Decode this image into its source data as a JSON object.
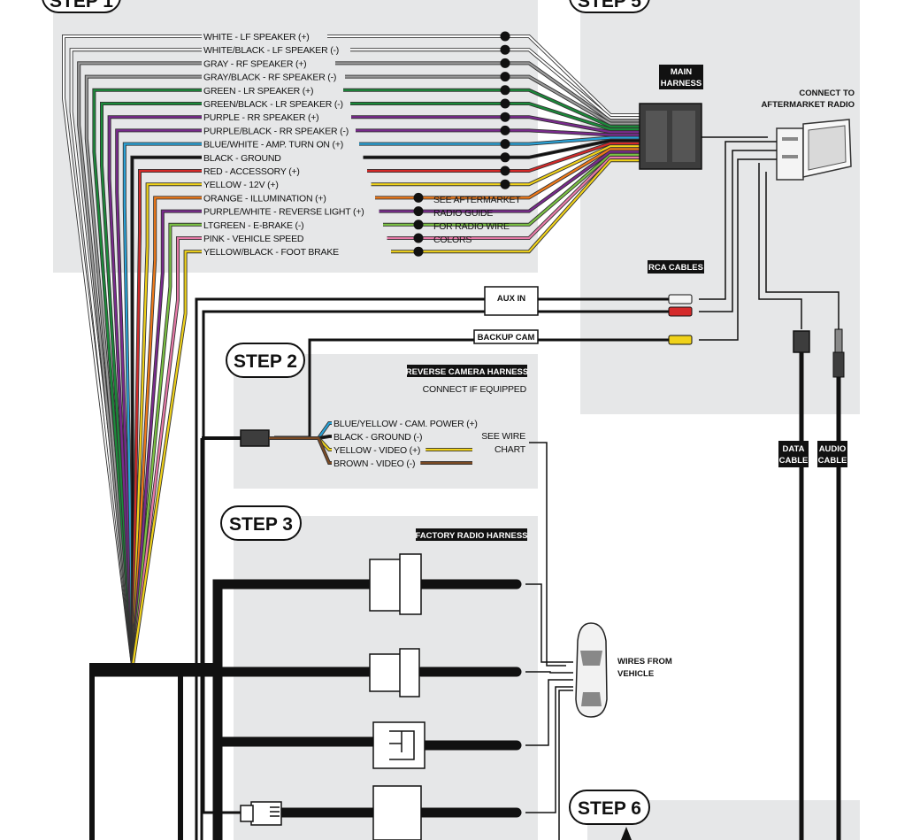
{
  "steps": {
    "step1": "STEP 1",
    "step2": "STEP 2",
    "step3": "STEP 3",
    "step5": "STEP 5",
    "step6": "STEP 6"
  },
  "main_harness": {
    "title": "MAIN HARNESS",
    "wires": [
      {
        "label": "WHITE - LF SPEAKER (+)",
        "color": "#ffffff"
      },
      {
        "label": "WHITE/BLACK - LF SPEAKER (-)",
        "color": "#ffffff"
      },
      {
        "label": "GRAY - RF SPEAKER (+)",
        "color": "#9a9a9a"
      },
      {
        "label": "GRAY/BLACK - RF SPEAKER (-)",
        "color": "#9a9a9a"
      },
      {
        "label": "GREEN - LR SPEAKER (+)",
        "color": "#1b8a3a"
      },
      {
        "label": "GREEN/BLACK - LR SPEAKER (-)",
        "color": "#1b8a3a"
      },
      {
        "label": "PURPLE - RR SPEAKER (+)",
        "color": "#7a2a8e"
      },
      {
        "label": "PURPLE/BLACK - RR SPEAKER (-)",
        "color": "#7a2a8e"
      },
      {
        "label": "BLUE/WHITE - AMP. TURN ON (+)",
        "color": "#2aa3d8"
      },
      {
        "label": "BLACK - GROUND",
        "color": "#111111"
      },
      {
        "label": "RED - ACCESSORY (+)",
        "color": "#d42a2a"
      },
      {
        "label": "YELLOW - 12V (+)",
        "color": "#f0d21a"
      },
      {
        "label": "ORANGE - ILLUMINATION (+)",
        "color": "#f07a1a"
      },
      {
        "label": "PURPLE/WHITE - REVERSE LIGHT (+)",
        "color": "#7a2a8e"
      },
      {
        "label": "LTGREEN - E-BRAKE (-)",
        "color": "#7ac142"
      },
      {
        "label": "PINK - VEHICLE SPEED",
        "color": "#e87aa8"
      },
      {
        "label": "YELLOW/BLACK - FOOT BRAKE",
        "color": "#f0d21a"
      }
    ],
    "note": [
      "SEE AFTERMARKET",
      "RADIO GUIDE",
      "FOR RADIO WIRE",
      "COLORS"
    ]
  },
  "radio": {
    "label_1": "CONNECT TO",
    "label_2": "AFTERMARKET RADIO"
  },
  "rca": {
    "title": "RCA CABLES",
    "aux": "AUX IN",
    "backup": "BACKUP CAM"
  },
  "reverse_camera": {
    "title": "REVERSE CAMERA HARNESS",
    "subtitle": "CONNECT IF EQUIPPED",
    "wires": [
      {
        "label": "BLUE/YELLOW - CAM. POWER (+)",
        "color": "#2aa3d8"
      },
      {
        "label": "BLACK - GROUND (-)",
        "color": "#111111"
      },
      {
        "label": "YELLOW - VIDEO (+)",
        "color": "#f0d21a"
      },
      {
        "label": "BROWN - VIDEO (-)",
        "color": "#7a4a24"
      }
    ],
    "note": [
      "SEE WIRE",
      "CHART"
    ]
  },
  "factory_harness": {
    "title": "FACTORY RADIO HARNESS"
  },
  "vehicle": {
    "line_1": "WIRES FROM",
    "line_2": "VEHICLE"
  },
  "cables": {
    "data_1": "DATA",
    "data_2": "CABLE",
    "audio_1": "AUDIO",
    "audio_2": "CABLE"
  },
  "colors": {
    "panel": "#e6e7e8",
    "ink": "#111111"
  }
}
